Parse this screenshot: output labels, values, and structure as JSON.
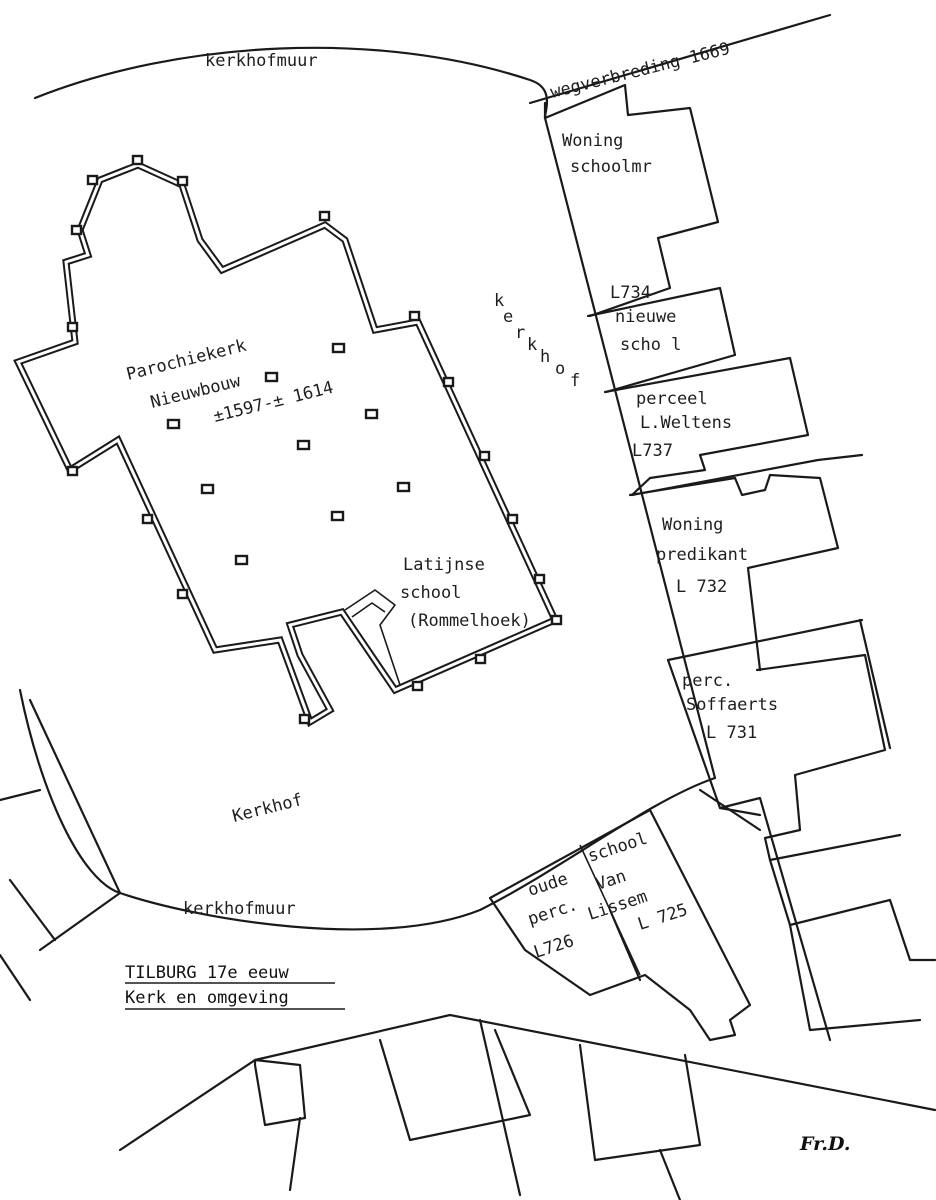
{
  "map": {
    "labels": {
      "kerkhofmuur_top": "kerkhofmuur",
      "wegverbreding": "wegverbreding 1669",
      "woning_schoolmr_1": "Woning",
      "woning_schoolmr_2": "schoolmr",
      "l734": "L734",
      "nieuwe_school_1": "nieuwe",
      "nieuwe_school_2": "scho l",
      "kerkhof_k": "k",
      "kerkhof_e": "e",
      "kerkhof_r": "r",
      "kerkhof_k2": "k",
      "kerkhof_h": "h",
      "kerkhof_o": "o",
      "kerkhof_f": "f",
      "perceel_1": "perceel",
      "perceel_2": "L.Weltens",
      "l737": "L737",
      "parochiekerk": "Parochiekerk",
      "nieuwbouw": "Nieuwbouw",
      "dates": "±1597-± 1614",
      "woning_predikant_1": "Woning",
      "woning_predikant_2": "predikant",
      "l732": "L 732",
      "latijnse_school_1": "Latijnse",
      "latijnse_school_2": "school",
      "latijnse_school_3": "(Rommelhoek)",
      "perc_soffaerts_1": "perc.",
      "perc_soffaerts_2": "Soffaerts",
      "l731": "L 731",
      "kerkhof_center": "Kerkhof",
      "school_van_lissem_1": "school",
      "school_van_lissem_2": "Van",
      "school_van_lissem_3": "Lissem",
      "l725": "L 725",
      "oude_perc_1": "oude",
      "oude_perc_2": "perc.",
      "l726": "L726",
      "kerkhofmuur_bottom": "kerkhofmuur"
    },
    "title_line_1": "TILBURG 17e eeuw",
    "title_line_2": "Kerk en omgeving",
    "signature": "Fr.D."
  }
}
